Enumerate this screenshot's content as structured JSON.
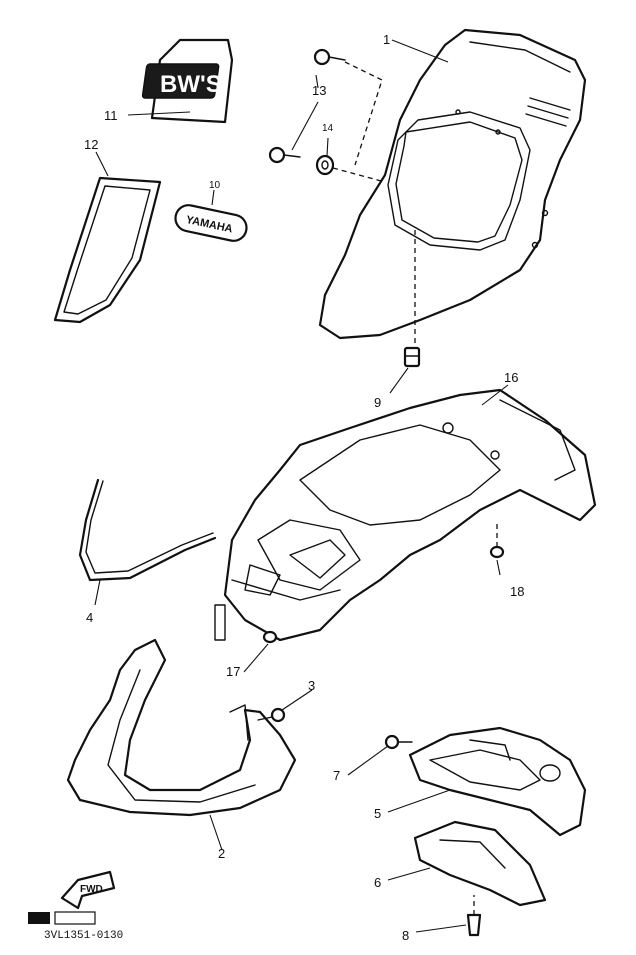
{
  "diagram": {
    "callouts": [
      "1",
      "2",
      "3",
      "4",
      "5",
      "6",
      "7",
      "8",
      "9",
      "10",
      "11",
      "12",
      "13",
      "14",
      "16",
      "17",
      "18"
    ],
    "decal_text": {
      "bws": "BW'S",
      "yamaha": "YAMAHA"
    },
    "fwd_arrow": "FWD",
    "drawing_code": "3VL1351-0130"
  }
}
